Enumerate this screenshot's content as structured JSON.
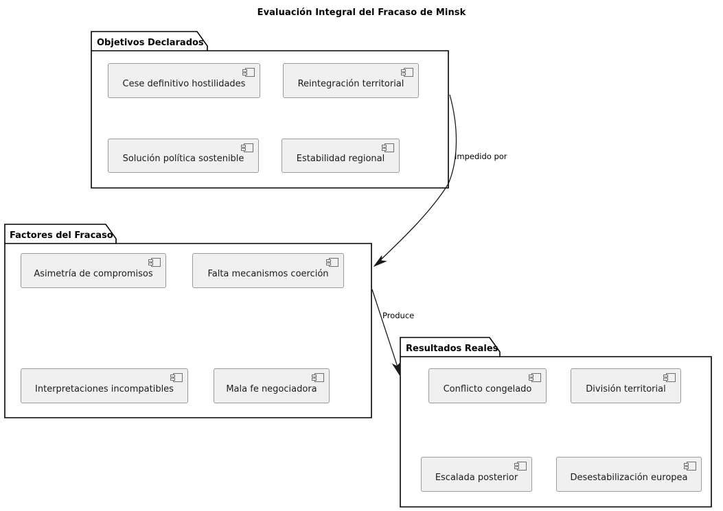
{
  "diagram": {
    "title": "Evaluación Integral del Fracaso de Minsk",
    "colors": {
      "component_fill": "#f0f0f0",
      "component_border": "#9a9a9a",
      "package_border": "#000000",
      "connector": "#1a1a1a",
      "background": "#ffffff"
    }
  },
  "packages": [
    {
      "id": "objetivos-declarados",
      "title": "Objetivos Declarados",
      "components": [
        {
          "label": "Cese definitivo hostilidades",
          "icon": "component-icon"
        },
        {
          "label": "Reintegración territorial",
          "icon": "component-icon"
        },
        {
          "label": "Solución política sostenible",
          "icon": "component-icon"
        },
        {
          "label": "Estabilidad regional",
          "icon": "component-icon"
        }
      ]
    },
    {
      "id": "factores-del-fracaso",
      "title": "Factores del Fracaso",
      "components": [
        {
          "label": "Asimetría de compromisos",
          "icon": "component-icon"
        },
        {
          "label": "Falta mecanismos coerción",
          "icon": "component-icon"
        },
        {
          "label": "Interpretaciones incompatibles",
          "icon": "component-icon"
        },
        {
          "label": "Mala fe negociadora",
          "icon": "component-icon"
        }
      ]
    },
    {
      "id": "resultados-reales",
      "title": "Resultados Reales",
      "components": [
        {
          "label": "Conflicto congelado",
          "icon": "component-icon"
        },
        {
          "label": "División territorial",
          "icon": "component-icon"
        },
        {
          "label": "Escalada posterior",
          "icon": "component-icon"
        },
        {
          "label": "Desestabilización europea",
          "icon": "component-icon"
        }
      ]
    }
  ],
  "connectors": [
    {
      "id": "impedido-por",
      "label": "Impedido por",
      "from": "objetivos-declarados",
      "to": "factores-del-fracaso"
    },
    {
      "id": "produce",
      "label": "Produce",
      "from": "factores-del-fracaso",
      "to": "resultados-reales"
    }
  ]
}
